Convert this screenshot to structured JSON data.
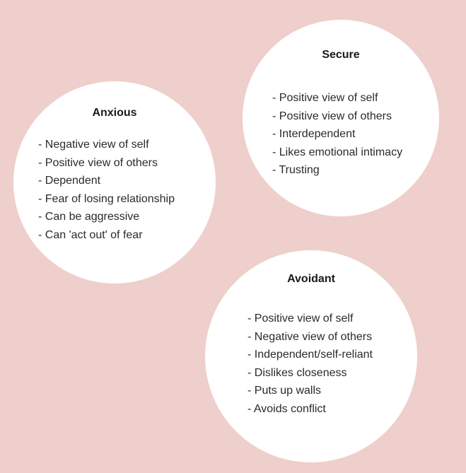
{
  "styles": {
    "anxious": {
      "title": "Anxious",
      "traits": [
        "- Negative view of self",
        "- Positive view of others",
        "- Dependent",
        "- Fear of losing relationship",
        "- Can be aggressive",
        "- Can 'act out' of fear"
      ]
    },
    "secure": {
      "title": "Secure",
      "traits": [
        "- Positive view of self",
        "- Positive view of others",
        "- Interdependent",
        "- Likes emotional intimacy",
        "- Trusting"
      ]
    },
    "avoidant": {
      "title": "Avoidant",
      "traits": [
        "- Positive view of self",
        "- Negative view of others",
        "- Independent/self-reliant",
        "- Dislikes closeness",
        "- Puts up walls",
        "- Avoids conflict"
      ]
    }
  },
  "colors": {
    "background": "#efcfcb",
    "circle": "#ffffff",
    "text": "#2a2a2a"
  }
}
